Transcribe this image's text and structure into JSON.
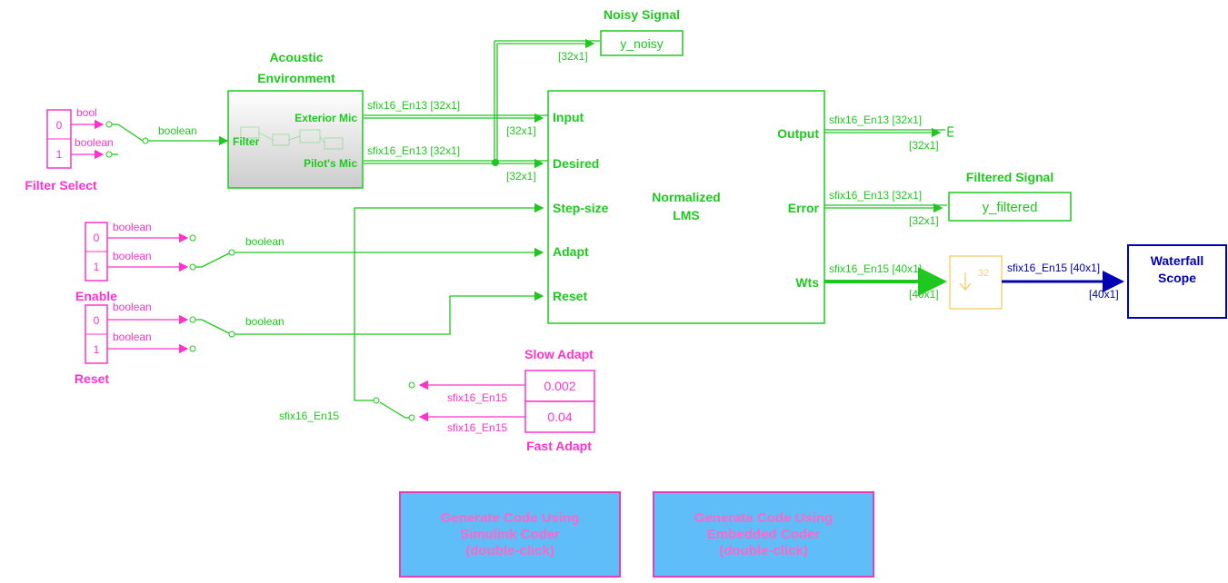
{
  "colors": {
    "green": "#1ec81e",
    "magenta": "#ff33cc",
    "blue": "#0000b4",
    "button_bg": "#5fbef7",
    "gain_border": "#f5d27a"
  },
  "blocks": {
    "filter_select": {
      "title": "Filter Select",
      "values": [
        "0",
        "1"
      ]
    },
    "acoustic": {
      "title_line1": "Acoustic",
      "title_line2": "Environment",
      "in_port": "Filter",
      "out_port1": "Exterior Mic",
      "out_port2": "Pilot's Mic"
    },
    "noisy": {
      "title": "Noisy Signal",
      "name": "y_noisy"
    },
    "lms": {
      "name_line1": "Normalized",
      "name_line2": "LMS",
      "in_ports": [
        "Input",
        "Desired",
        "Step-size",
        "Adapt",
        "Reset"
      ],
      "out_ports": [
        "Output",
        "Error",
        "Wts"
      ]
    },
    "filtered": {
      "title": "Filtered Signal",
      "name": "y_filtered"
    },
    "downsample": {
      "factor": "32"
    },
    "scope": {
      "line1": "Waterfall",
      "line2": "Scope"
    },
    "enable": {
      "title": "Enable",
      "values": [
        "0",
        "1"
      ]
    },
    "reset": {
      "title": "Reset",
      "values": [
        "0",
        "1"
      ]
    },
    "slow": {
      "title": "Slow Adapt",
      "value": "0.002"
    },
    "fast": {
      "title": "Fast Adapt",
      "value": "0.04"
    }
  },
  "signals": {
    "bool": "bool",
    "boolean": "boolean",
    "sfix13_32": "sfix16_En13 [32x1]",
    "dim32": "[32x1]",
    "sfix15_40": "sfix16_En15 [40x1]",
    "dim40": "[40x1]",
    "sfix15": "sfix16_En15"
  },
  "buttons": [
    {
      "line1": "Generate Code Using",
      "line2": "Simulink Coder",
      "line3": "(double-click)"
    },
    {
      "line1": "Generate Code Using",
      "line2": "Embedded Coder",
      "line3": "(double-click)"
    }
  ]
}
